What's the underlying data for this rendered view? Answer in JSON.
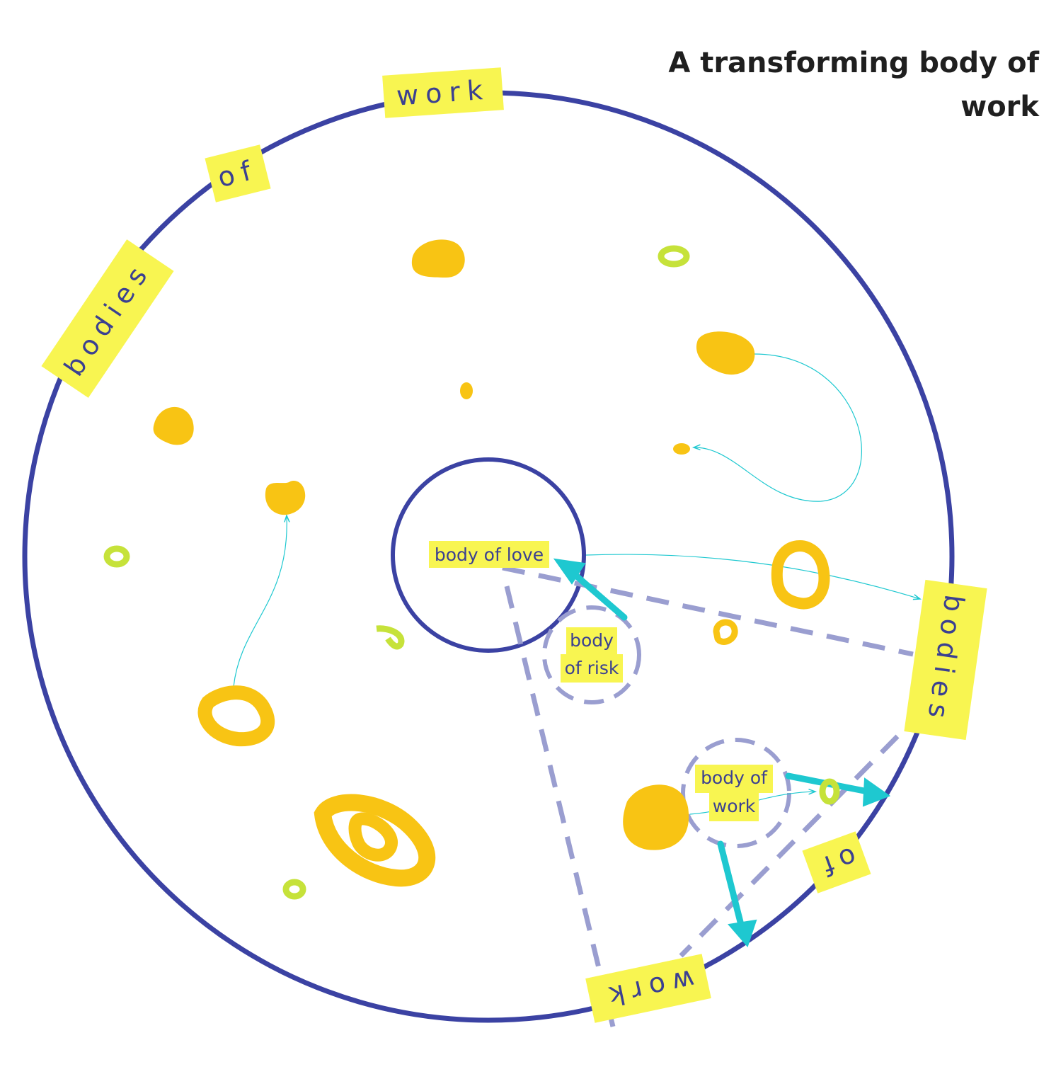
{
  "title": "A transforming body of work",
  "ring_words": {
    "top_1": "bodies",
    "top_2": "of",
    "top_3": "work",
    "right_1": "bodies",
    "right_2": "of",
    "right_3": "work"
  },
  "notes": {
    "love": "body of love",
    "risk_line1": "body",
    "risk_line2": "of risk",
    "work_line1": "body of",
    "work_line2": "work"
  },
  "colors": {
    "circle": "#3b42a3",
    "dashed": "#9a9ed0",
    "label_bg": "#f8f551",
    "blob": "#f8c414",
    "green": "#c6e23a",
    "arrow": "#1ec8d0"
  }
}
